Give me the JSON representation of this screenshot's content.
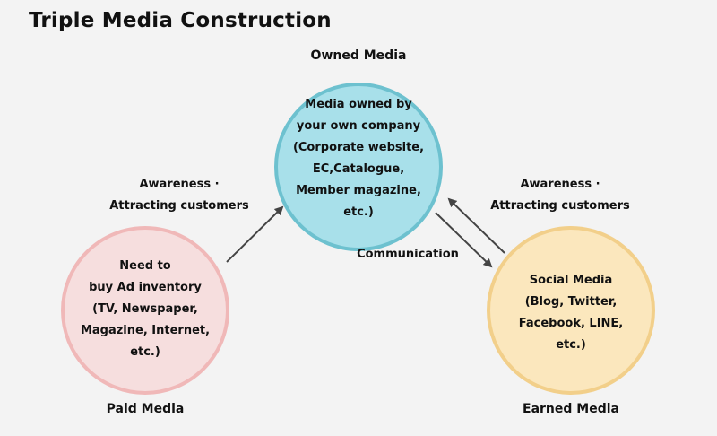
{
  "title": "Triple Media Construction",
  "owned": {
    "name": "Owned Media",
    "lines": [
      "Media owned by",
      "your own company",
      "(Corporate website,",
      "EC,Catalogue,",
      "Member magazine,",
      "etc.)"
    ],
    "fill": "#a8e0ea",
    "stroke": "#6dc1cf"
  },
  "paid": {
    "name": "Paid Media",
    "lines": [
      "Need to",
      "buy Ad inventory",
      "(TV, Newspaper,",
      "Magazine, Internet,",
      "etc.)"
    ],
    "fill": "#f6dede",
    "stroke": "#f0b8b8"
  },
  "earned": {
    "name": "Earned Media",
    "lines": [
      "Social Media",
      "(Blog, Twitter,",
      "Facebook, LINE,",
      "etc.)"
    ],
    "fill": "#fbe7bd",
    "stroke": "#f2cf8a"
  },
  "left_arrow_label": [
    "Awareness ·",
    "Attracting customers"
  ],
  "right_arrow_label": [
    "Awareness ·",
    "Attracting customers"
  ],
  "communication_label": "Communication",
  "arrow_color": "#444444"
}
